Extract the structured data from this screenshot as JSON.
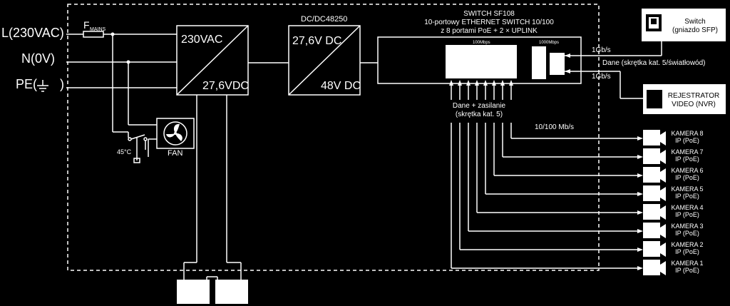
{
  "mains": {
    "l_label": "L(230VAC)",
    "n_label": "N(0V)",
    "pe_label": "PE(",
    "pe_close": ")",
    "fuse_label": "F",
    "fuse_sub": "MAINS"
  },
  "psu": {
    "in_label": "230VAC",
    "out_label": "27,6VDC"
  },
  "thermostat_label": "45°C",
  "fan_label": "FAN",
  "dcdc": {
    "title": "DC/DC48250",
    "in_label": "27,6V DC",
    "out_label": "48V DC"
  },
  "switch": {
    "line1": "SWITCH SF108",
    "line2": "10-portowy  ETHERNET SWITCH 10/100",
    "line3": "z 8 portami PoE + 2 × UPLINK",
    "port_100": "100Mbps",
    "port_1000": "1000Mbps",
    "data_power_line1": "Dane + zasilanie",
    "data_power_line2": "(skrętka kat. 5)"
  },
  "uplink": {
    "speed_top": "1Gb/s",
    "speed_bottom": "1Gb/s",
    "data_label": "Dane (skrętka kat. 5/światłowód)"
  },
  "ext_switch": {
    "line1": "Switch",
    "line2": "(gniazdo SFP)"
  },
  "nvr": {
    "line1": "REJESTRATOR",
    "line2": "VIDEO (NVR)"
  },
  "camera_speed": "10/100 Mb/s",
  "cameras": [
    {
      "name": "KAMERA 8",
      "sub": "IP (PoE)"
    },
    {
      "name": "KAMERA 7",
      "sub": "IP (PoE)"
    },
    {
      "name": "KAMERA 6",
      "sub": "IP (PoE)"
    },
    {
      "name": "KAMERA 5",
      "sub": "IP (PoE)"
    },
    {
      "name": "KAMERA 4",
      "sub": "IP (PoE)"
    },
    {
      "name": "KAMERA 3",
      "sub": "IP (PoE)"
    },
    {
      "name": "KAMERA 2",
      "sub": "IP (PoE)"
    },
    {
      "name": "KAMERA 1",
      "sub": "IP (PoE)"
    }
  ]
}
